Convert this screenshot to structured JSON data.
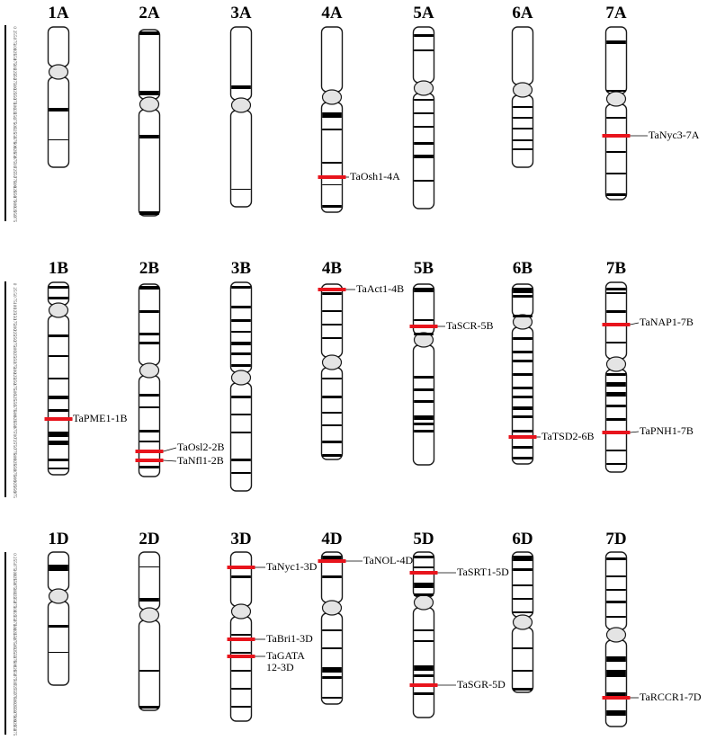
{
  "genomes": [
    {
      "id": "A",
      "ruler_ticks": [
        "0",
        "25",
        "50",
        "75",
        "100",
        "125",
        "150",
        "175",
        "200",
        "225",
        "250",
        "275",
        "300",
        "325",
        "350",
        "375",
        "400",
        "425",
        "450",
        "475",
        "500",
        "525",
        "550",
        "575",
        "600",
        "625",
        "650",
        "675",
        "700",
        "725",
        "750",
        "775",
        "800",
        "825",
        "850",
        "875",
        "900",
        "925",
        "950",
        "975"
      ],
      "chromosomes": [
        {
          "label": "1A",
          "genes": []
        },
        {
          "label": "2A",
          "genes": []
        },
        {
          "label": "3A",
          "genes": []
        },
        {
          "label": "4A",
          "genes": [
            {
              "name": "TaOsh1-4A"
            }
          ]
        },
        {
          "label": "5A",
          "genes": []
        },
        {
          "label": "6A",
          "genes": []
        },
        {
          "label": "7A",
          "genes": [
            {
              "name": "TaNyc3-7A"
            }
          ]
        }
      ]
    },
    {
      "id": "B",
      "ruler_ticks": [
        "0",
        "25",
        "50",
        "75",
        "100",
        "125",
        "150",
        "175",
        "200",
        "225",
        "250",
        "275",
        "300",
        "325",
        "350",
        "375",
        "400",
        "425",
        "450",
        "475",
        "500",
        "525",
        "550",
        "575",
        "600",
        "625",
        "650",
        "675",
        "700",
        "725",
        "750",
        "775",
        "800",
        "825",
        "850",
        "875",
        "900",
        "925",
        "950",
        "975"
      ],
      "chromosomes": [
        {
          "label": "1B",
          "genes": [
            {
              "name": "TaPME1-1B"
            }
          ]
        },
        {
          "label": "2B",
          "genes": [
            {
              "name": "TaOsl2-2B"
            },
            {
              "name": "TaNfl1-2B"
            }
          ]
        },
        {
          "label": "3B",
          "genes": []
        },
        {
          "label": "4B",
          "genes": [
            {
              "name": "TaAct1-4B"
            }
          ]
        },
        {
          "label": "5B",
          "genes": [
            {
              "name": "TaSCR-5B"
            }
          ]
        },
        {
          "label": "6B",
          "genes": [
            {
              "name": "TaTSD2-6B"
            }
          ]
        },
        {
          "label": "7B",
          "genes": [
            {
              "name": "TaNAP1-7B"
            },
            {
              "name": "TaPNH1-7B"
            }
          ]
        }
      ]
    },
    {
      "id": "D",
      "ruler_ticks": [
        "0",
        "25",
        "50",
        "75",
        "100",
        "125",
        "150",
        "175",
        "200",
        "225",
        "250",
        "275",
        "300",
        "325",
        "350",
        "375",
        "400",
        "425",
        "450",
        "475",
        "500",
        "525",
        "550",
        "575",
        "600",
        "625",
        "650",
        "675",
        "700",
        "725",
        "750",
        "775",
        "800",
        "825",
        "850",
        "875",
        "900",
        "925",
        "950",
        "975"
      ],
      "chromosomes": [
        {
          "label": "1D",
          "genes": []
        },
        {
          "label": "2D",
          "genes": []
        },
        {
          "label": "3D",
          "genes": [
            {
              "name": "TaNyc1-3D"
            },
            {
              "name": "TaBri1-3D"
            },
            {
              "name": "TaGATA 12-3D"
            }
          ]
        },
        {
          "label": "4D",
          "genes": [
            {
              "name": "TaNOL-4D"
            }
          ]
        },
        {
          "label": "5D",
          "genes": [
            {
              "name": "TaSRT1-5D"
            },
            {
              "name": "TaSGR-5D"
            }
          ]
        },
        {
          "label": "6D",
          "genes": []
        },
        {
          "label": "7D",
          "genes": [
            {
              "name": "TaRCCR1-7D"
            }
          ]
        }
      ]
    }
  ],
  "colors": {
    "gene_marker": "#e8141c",
    "band": "#000000",
    "outline": "#1a1a1a",
    "centromere_fill": "#e4e4e4",
    "label": "#000000"
  }
}
